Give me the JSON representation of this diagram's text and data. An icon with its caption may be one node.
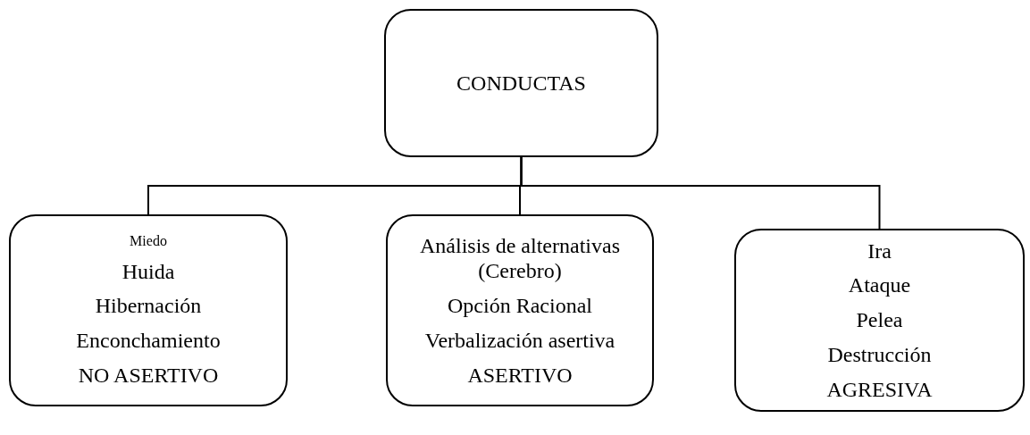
{
  "diagram": {
    "nodes": [
      {
        "text": [
          "CONDUCTAS"
        ]
      },
      {
        "text": [
          "Miedo",
          "Huida",
          "Hibernación",
          "Enconchamiento",
          "NO ASERTIVO"
        ]
      },
      {
        "text": [
          "Análisis de alternativas (Cerebro)",
          "Opción Racional",
          "Verbalización asertiva",
          "ASERTIVO"
        ]
      },
      {
        "text": [
          "Ira",
          "Ataque",
          "Pelea",
          "Destrucción",
          "AGRESIVA"
        ]
      }
    ],
    "edges": [
      {
        "from": 0,
        "to": 1,
        "arrow": "none"
      },
      {
        "from": 0,
        "to": 2,
        "arrow": "none"
      },
      {
        "from": 0,
        "to": 3,
        "arrow": "none"
      }
    ]
  }
}
